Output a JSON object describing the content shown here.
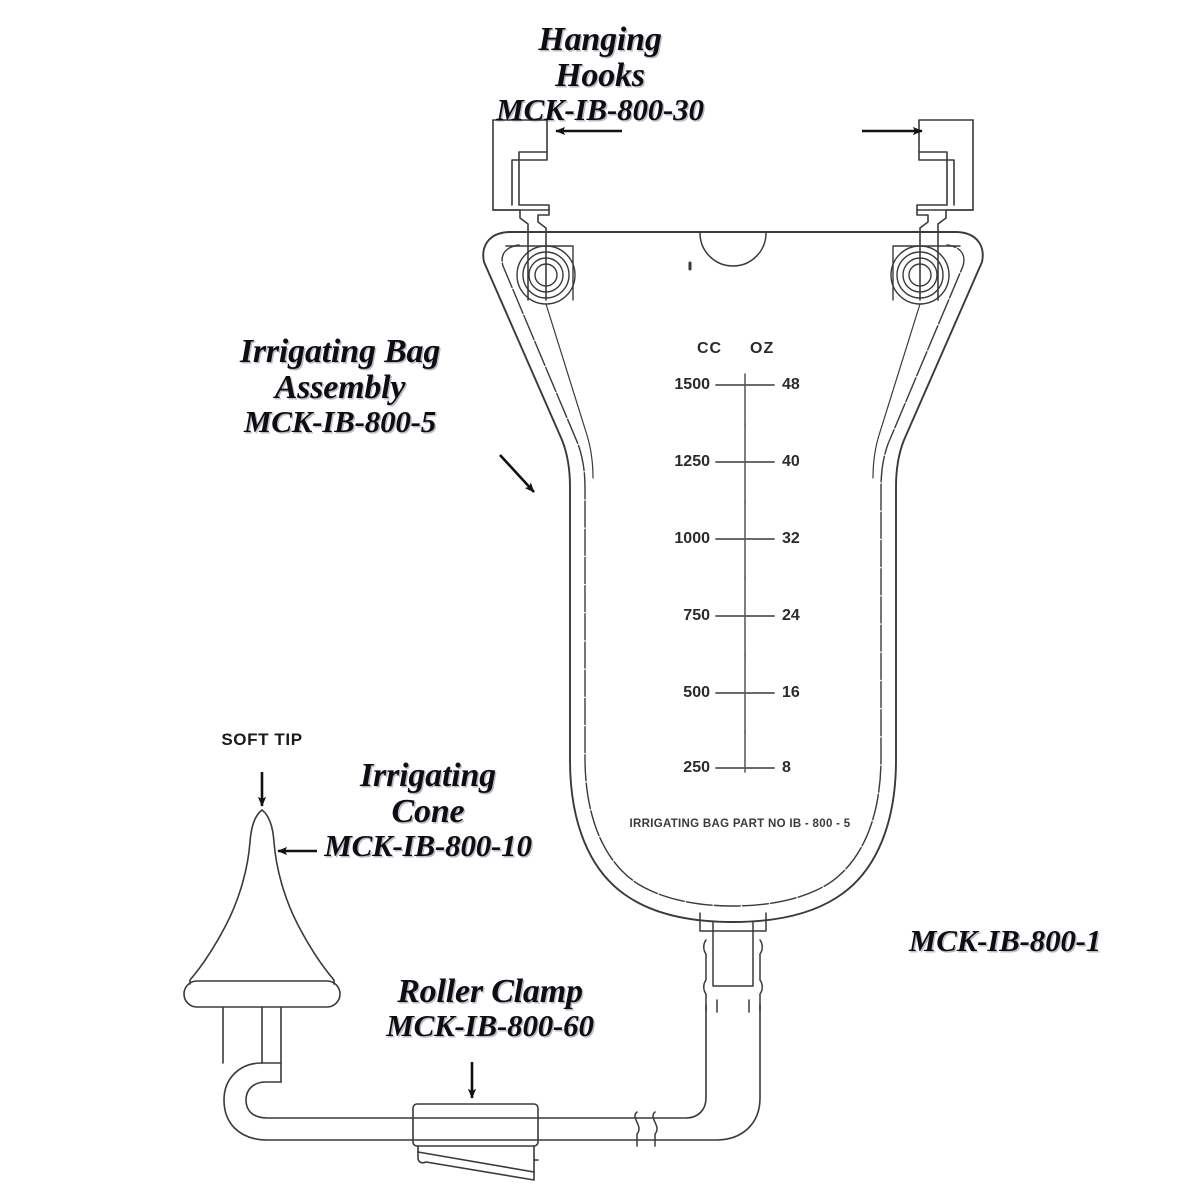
{
  "document": {
    "title": "Irrigating Bag Assembly Exploded Parts Diagram",
    "background_color": "#ffffff",
    "line_color": "#3a3a3a",
    "text_color": "#0d0d14"
  },
  "callouts": {
    "hanging_hooks": {
      "title_line1": "Hanging",
      "title_line2": "Hooks",
      "part_number": "MCK-IB-800-30"
    },
    "bag_assembly": {
      "title_line1": "Irrigating Bag",
      "title_line2": "Assembly",
      "part_number": "MCK-IB-800-5"
    },
    "irrigating_cone": {
      "title_line1": "Irrigating",
      "title_line2": "Cone",
      "part_number": "MCK-IB-800-10"
    },
    "roller_clamp": {
      "title_line1": "Roller Clamp",
      "part_number": "MCK-IB-800-60"
    },
    "overall_assembly": {
      "part_number": "MCK-IB-800-1"
    },
    "soft_tip": {
      "line1": "SOFT",
      "line2": "TIP"
    }
  },
  "bag_stamp": {
    "line1": "IRRIGATING BAG",
    "line2": "PART NO  IB - 800 - 5"
  },
  "chart_data": {
    "type": "table",
    "title": "Irrigating Bag Volume Graduation Scale",
    "columns": [
      "CC",
      "OZ"
    ],
    "rows": [
      {
        "cc": "1500",
        "oz": "48"
      },
      {
        "cc": "1250",
        "oz": "40"
      },
      {
        "cc": "1000",
        "oz": "32"
      },
      {
        "cc": "750",
        "oz": "24"
      },
      {
        "cc": "500",
        "oz": "16"
      },
      {
        "cc": "250",
        "oz": "8"
      }
    ]
  }
}
